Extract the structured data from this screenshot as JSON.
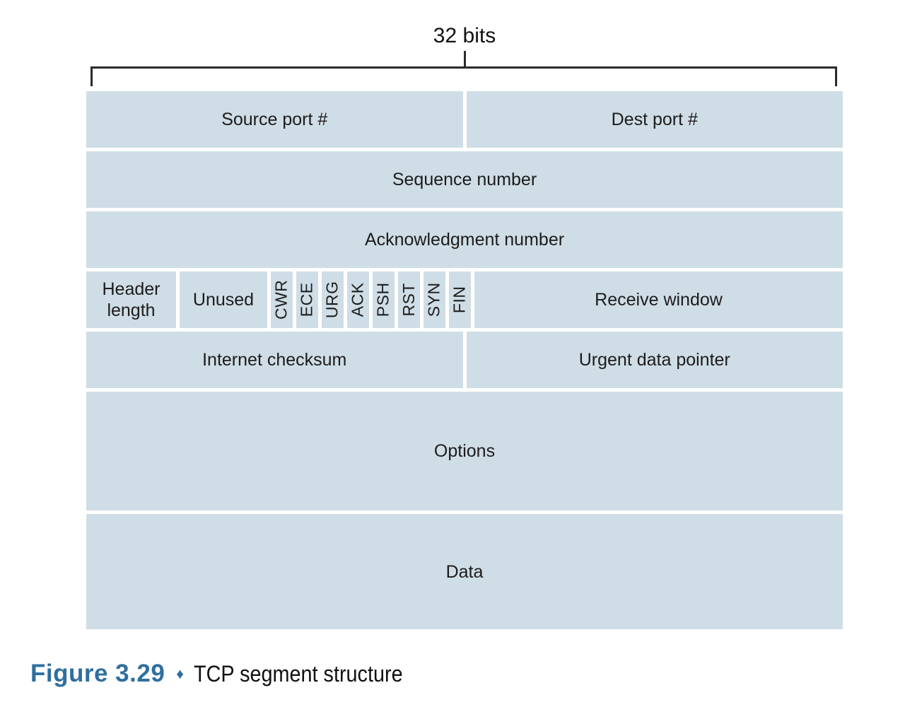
{
  "figure": {
    "width_label": "32 bits",
    "colors": {
      "cell_fill": "#cfdde6",
      "text": "#1c1c1c",
      "bracket_line": "#2b2b2b",
      "caption_accent": "#2f6f9e"
    },
    "table": {
      "row_ports": {
        "source": "Source port #",
        "dest": "Dest port #"
      },
      "row_sequence": "Sequence number",
      "row_ack": "Acknowledgment number",
      "row_flags": {
        "header_length": "Header length",
        "unused": "Unused",
        "flags": [
          "CWR",
          "ECE",
          "URG",
          "ACK",
          "PSH",
          "RST",
          "SYN",
          "FIN"
        ],
        "receive_window": "Receive window"
      },
      "row_checksum": {
        "checksum": "Internet checksum",
        "urgent": "Urgent data pointer"
      },
      "row_options": "Options",
      "row_data": "Data"
    },
    "caption": {
      "figure_label": "Figure 3.29",
      "separator": "♦",
      "title": "TCP segment structure"
    }
  }
}
